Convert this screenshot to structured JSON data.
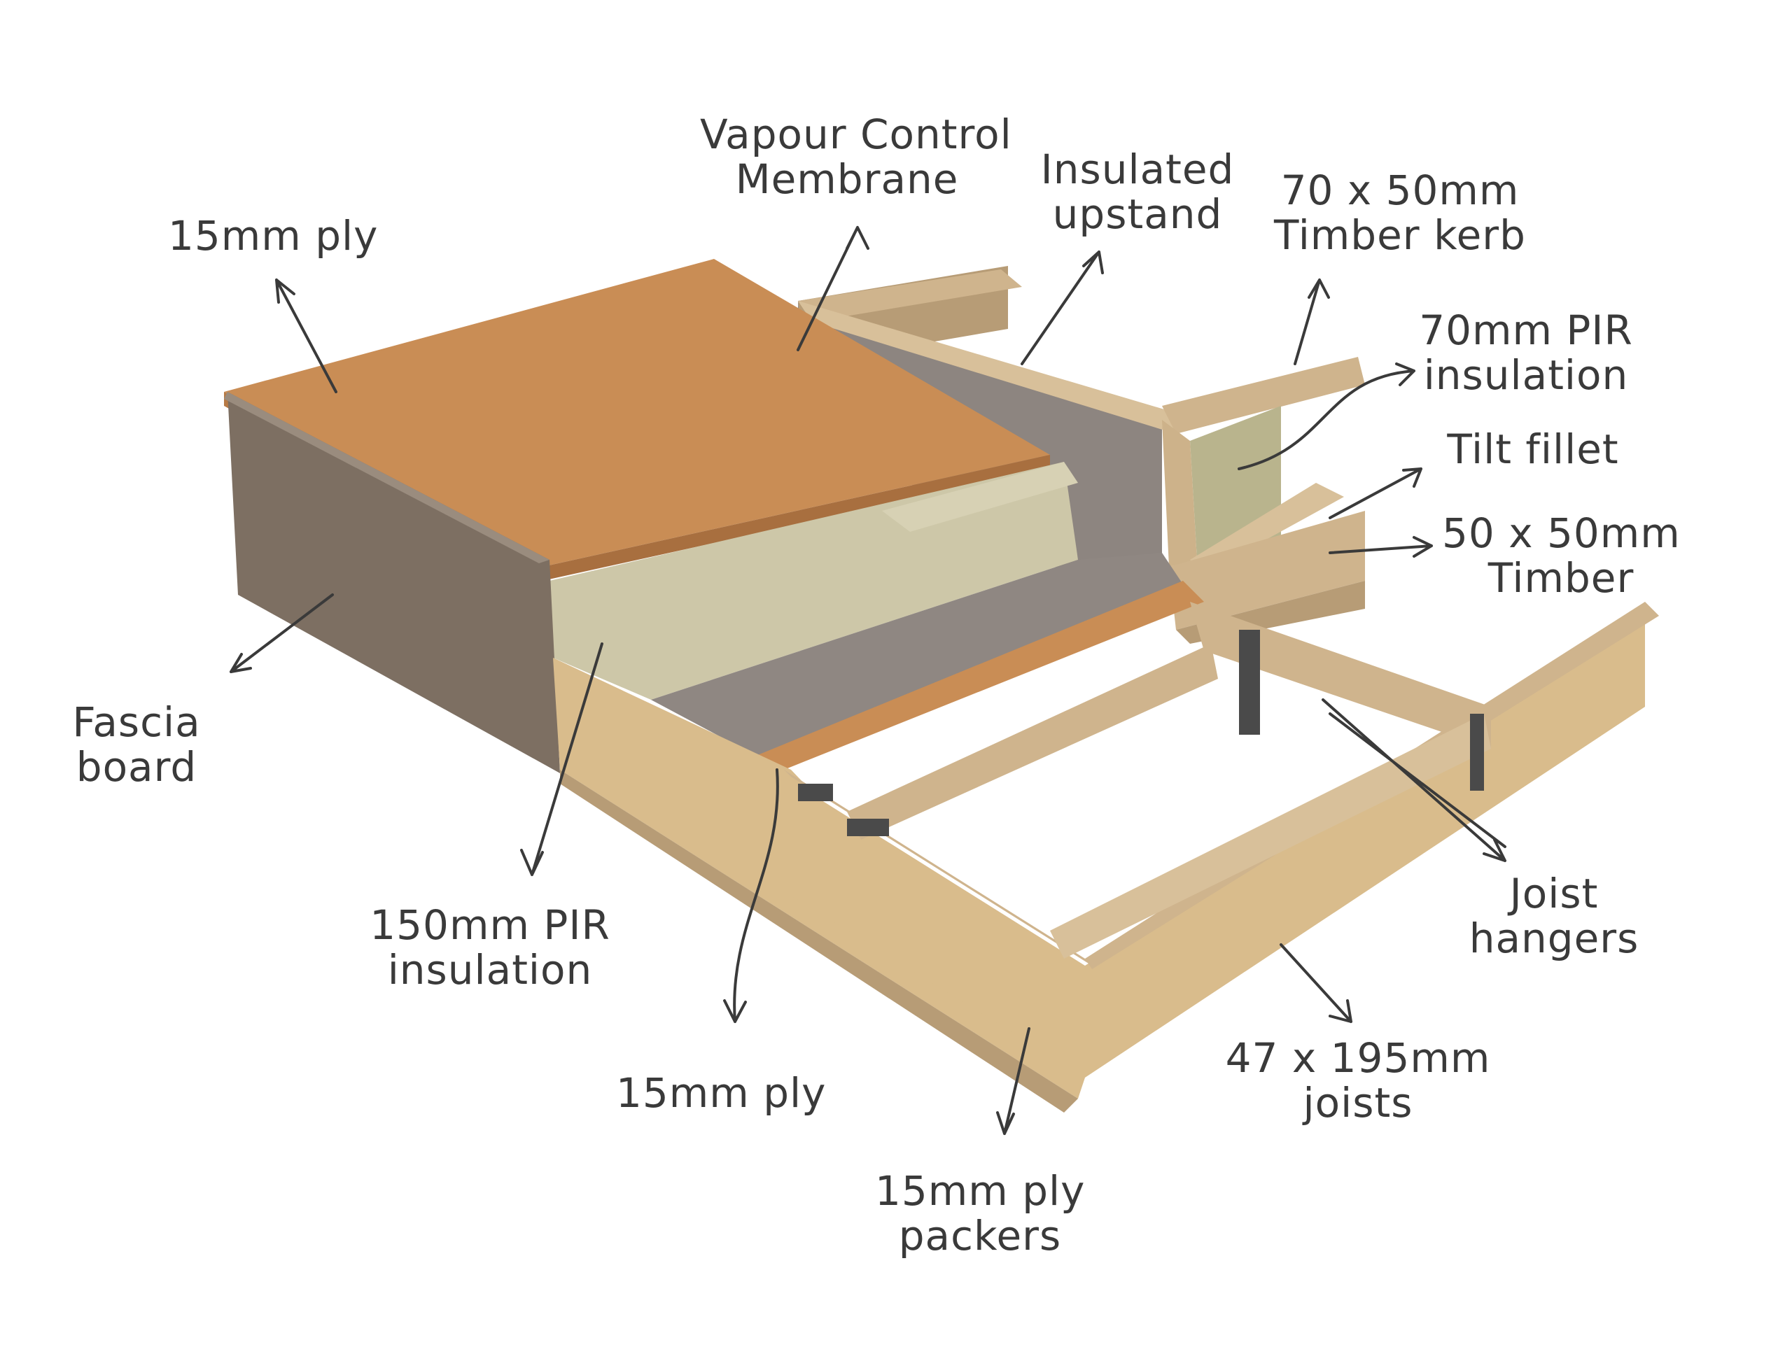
{
  "labels": {
    "vapour_control_membrane": [
      "Vapour Control",
      "Membrane"
    ],
    "insulated_upstand": [
      "Insulated",
      "upstand"
    ],
    "timber_kerb": [
      "70 x 50mm",
      "Timber kerb"
    ],
    "ply_top": [
      "15mm ply"
    ],
    "pir_70": [
      "70mm PIR",
      "insulation"
    ],
    "tilt_fillet": [
      "Tilt fillet"
    ],
    "timber_50": [
      "50 x 50mm",
      "Timber"
    ],
    "fascia_board": [
      "Fascia",
      "board"
    ],
    "pir_150": [
      "150mm PIR",
      "insulation"
    ],
    "joist_hangers": [
      "Joist",
      "hangers"
    ],
    "ply_middle": [
      "15mm ply"
    ],
    "joists": [
      "47 x 195mm",
      "joists"
    ],
    "ply_packers": [
      "15mm ply",
      "packers"
    ]
  },
  "colors": {
    "text": "#3a3a3a",
    "plywood_top": "#c98d55",
    "plywood_edge": "#b77a45",
    "fascia": "#7d6f62",
    "fascia_side": "#9a8c7e",
    "pir": "#cdc7a8",
    "pir_green": "#b9b48d",
    "membrane": "#8f8782",
    "osb": "#d9bc8c",
    "timber": "#cfb48d",
    "timber_dark": "#b79c76",
    "hanger": "#4a4a4a"
  }
}
